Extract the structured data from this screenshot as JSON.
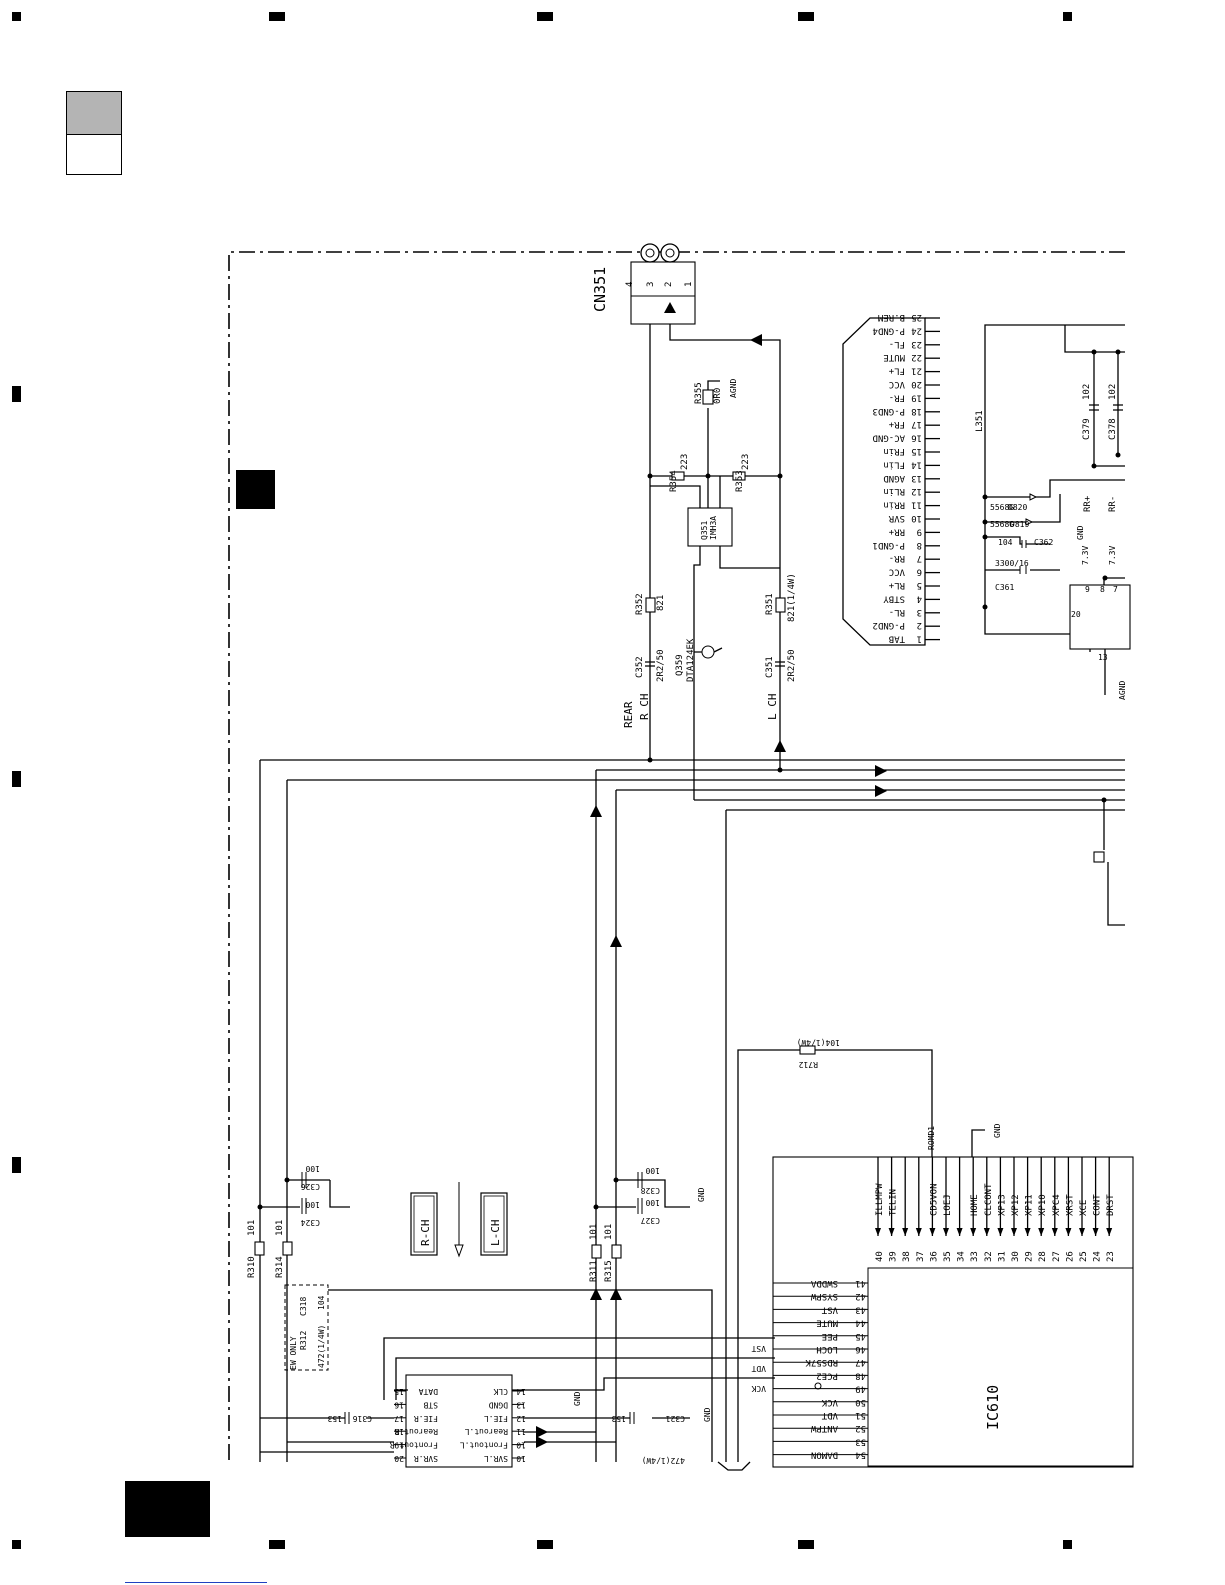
{
  "connector": {
    "ref": "CN351",
    "pins": [
      "4",
      "3",
      "2",
      "1"
    ]
  },
  "connector_pins": [
    {
      "num": "25",
      "name": "B.REM"
    },
    {
      "num": "24",
      "name": "P-GND4"
    },
    {
      "num": "23",
      "name": "FL-"
    },
    {
      "num": "22",
      "name": "MUTE"
    },
    {
      "num": "21",
      "name": "FL+"
    },
    {
      "num": "20",
      "name": "VCC"
    },
    {
      "num": "19",
      "name": "FR-"
    },
    {
      "num": "18",
      "name": "P-GND3"
    },
    {
      "num": "17",
      "name": "FR+"
    },
    {
      "num": "16",
      "name": "AC-GND"
    },
    {
      "num": "15",
      "name": "FRin"
    },
    {
      "num": "14",
      "name": "FLin"
    },
    {
      "num": "13",
      "name": "AGND"
    },
    {
      "num": "12",
      "name": "RLin"
    },
    {
      "num": "11",
      "name": "RRin"
    },
    {
      "num": "10",
      "name": "SVR"
    },
    {
      "num": "9",
      "name": "RR+"
    },
    {
      "num": "8",
      "name": "P-GND1"
    },
    {
      "num": "7",
      "name": "RR-"
    },
    {
      "num": "6",
      "name": "VCC"
    },
    {
      "num": "5",
      "name": "RL+"
    },
    {
      "num": "4",
      "name": "STBY"
    },
    {
      "num": "3",
      "name": "RL-"
    },
    {
      "num": "2",
      "name": "P-GND2"
    },
    {
      "num": "1",
      "name": "TAB"
    }
  ],
  "parts": {
    "r355": {
      "ref": "R355",
      "val": "0R0"
    },
    "agnd": "AGND",
    "r354": {
      "ref": "R354",
      "val": "223"
    },
    "r353": {
      "ref": "R353",
      "val": "223"
    },
    "q351": {
      "ref": "Q351",
      "val": "IMH3A"
    },
    "r352": {
      "ref": "R352",
      "val": "821"
    },
    "r351": {
      "ref": "R351",
      "val": "821(1/4W)"
    },
    "q359": {
      "ref": "Q359",
      "val": "DTA124EK"
    },
    "c352": {
      "ref": "C352",
      "val": "2R2/50"
    },
    "c351": {
      "ref": "C351",
      "val": "2R2/50"
    },
    "rear": "REAR",
    "rch": "R CH",
    "lch": "L CH",
    "l351": "L351",
    "c379": {
      "ref": "C379",
      "val": "102"
    },
    "c378": {
      "ref": "C378",
      "val": "102"
    },
    "d820": {
      "ref": "D820",
      "val": "5568G"
    },
    "d819": {
      "ref": "D819",
      "val": "5568G"
    },
    "c362": {
      "ref": "C362",
      "val": "104"
    },
    "c361": {
      "ref": "C361",
      "val": "3300/16"
    },
    "rr_plus": "RR+",
    "rr_minus": "RR-",
    "gnd": "GND",
    "v73a": "7.3V",
    "v73b": "7.3V",
    "r712": {
      "ref": "R712",
      "val": "104(1/4W)"
    },
    "romd1": "ROMD1",
    "ic610": "IC610",
    "c326": {
      "ref": "C326",
      "val": "100"
    },
    "c324": {
      "ref": "C324",
      "val": "100"
    },
    "c328": {
      "ref": "C328",
      "val": "100"
    },
    "c327": {
      "ref": "C327",
      "val": "100"
    },
    "r310": {
      "ref": "R310",
      "val": "101"
    },
    "r314": {
      "ref": "R314",
      "val": "101"
    },
    "r311": {
      "ref": "R311",
      "val": "101"
    },
    "r315": {
      "ref": "R315",
      "val": "101"
    },
    "ew_only": "EW ONLY",
    "r312": {
      "ref": "R312",
      "val": "472(1/4W)"
    },
    "c318": {
      "ref": "C318",
      "val": "104"
    },
    "c316": {
      "ref": "C316",
      "val": "153"
    },
    "c321": {
      "ref": "C321",
      "val": "153"
    },
    "r_ch_box": "R-CH",
    "l_ch_box": "L-CH",
    "ic_gnd": "GND",
    "r_bottom": "472(1/4W)"
  },
  "ic610_pins_top": [
    {
      "num": "40",
      "name": "ILLMPW"
    },
    {
      "num": "39",
      "name": "TELIN"
    },
    {
      "num": "38",
      "name": ""
    },
    {
      "num": "37",
      "name": ""
    },
    {
      "num": "36",
      "name": "CD5VON"
    },
    {
      "num": "35",
      "name": "LOEJ"
    },
    {
      "num": "34",
      "name": ""
    },
    {
      "num": "33",
      "name": "HOME"
    },
    {
      "num": "32",
      "name": "CLCONT"
    },
    {
      "num": "31",
      "name": "XP13"
    },
    {
      "num": "30",
      "name": "XP12"
    },
    {
      "num": "29",
      "name": "XP11"
    },
    {
      "num": "28",
      "name": "XP10"
    },
    {
      "num": "27",
      "name": "XPC4"
    },
    {
      "num": "26",
      "name": "XRST"
    },
    {
      "num": "25",
      "name": "XCE"
    },
    {
      "num": "24",
      "name": "CONT"
    },
    {
      "num": "23",
      "name": "DRST"
    }
  ],
  "ic610_pins_left": [
    {
      "num": "41",
      "name": "SWDDA"
    },
    {
      "num": "42",
      "name": "SYSPW"
    },
    {
      "num": "43",
      "name": "VST"
    },
    {
      "num": "44",
      "name": "MUTE"
    },
    {
      "num": "45",
      "name": "PEE"
    },
    {
      "num": "46",
      "name": "LOCH"
    },
    {
      "num": "47",
      "name": "RDS57K"
    },
    {
      "num": "48",
      "name": "PCE2"
    },
    {
      "num": "49",
      "name": ""
    },
    {
      "num": "50",
      "name": "VCK"
    },
    {
      "num": "51",
      "name": "VDT"
    },
    {
      "num": "52",
      "name": "ANTPW"
    },
    {
      "num": "53",
      "name": ""
    },
    {
      "num": "54",
      "name": "DAMON"
    }
  ],
  "sub_ic_left": [
    {
      "num": "15",
      "name": "DATA"
    },
    {
      "num": "16",
      "name": "STB"
    },
    {
      "num": "17",
      "name": "FIE.R"
    },
    {
      "num": "18",
      "name": "Rearout.R"
    },
    {
      "num": "19",
      "name": "Frontout.R"
    },
    {
      "num": "20",
      "name": "SVR.R"
    }
  ],
  "sub_ic_right": [
    {
      "num": "14",
      "name": "CLK"
    },
    {
      "num": "13",
      "name": "DGND"
    },
    {
      "num": "12",
      "name": "FIE.L"
    },
    {
      "num": "11",
      "name": "Rearout.L"
    },
    {
      "num": "10",
      "name": "Frontout.L"
    },
    {
      "num": "10",
      "name": "SVR.L"
    }
  ],
  "signal_labels": {
    "vst": "VST",
    "vdt": "VDT",
    "vck": "VCK"
  }
}
